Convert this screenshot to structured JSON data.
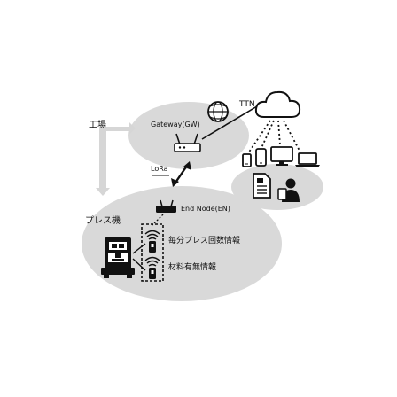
{
  "labels": {
    "factory": "工場",
    "ttn": "TTN",
    "gateway": "Gateway(GW)",
    "lora": "LoRa",
    "end_node": "End Node(EN)",
    "press_machine": "プレス機",
    "press_count_info": "毎分プレス回数情報",
    "material_info": "材料有無情報"
  },
  "colors": {
    "ellipse_fill": "#d9d9d9",
    "arrow_fill": "#d6d6d6",
    "ink": "#111111"
  }
}
